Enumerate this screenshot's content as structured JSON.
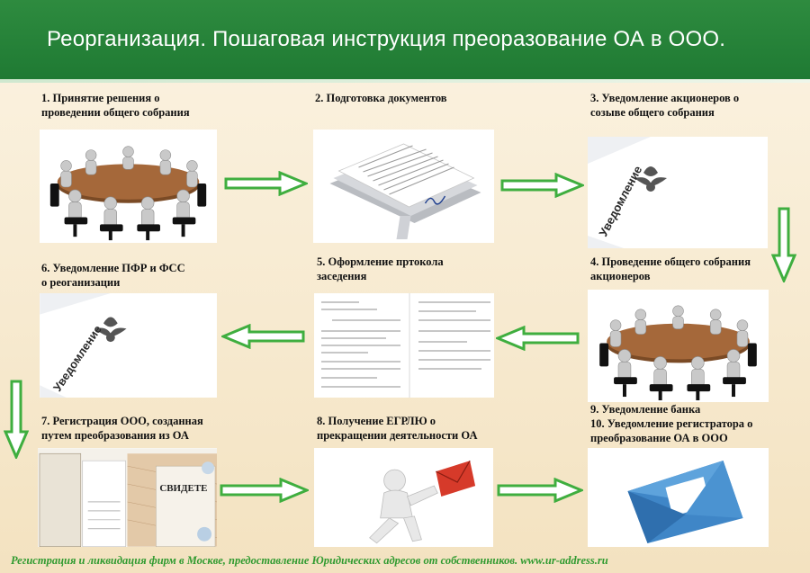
{
  "header": {
    "title": "Реорганизация. Пошаговая инструкция преоразование ОА в ООО."
  },
  "steps": [
    {
      "lines": [
        "1. Принятие решения о",
        "проведении общего собрания"
      ],
      "icon": "meeting-table-icon"
    },
    {
      "lines": [
        "2. Подготовка документов"
      ],
      "icon": "documents-stack-icon"
    },
    {
      "lines": [
        "3. Уведомление акционеров о",
        "созыве общего собрания"
      ],
      "icon": "notice-document-icon"
    },
    {
      "lines": [
        "4. Проведение общего собрания",
        "акционеров"
      ],
      "icon": "meeting-table-icon"
    },
    {
      "lines": [
        "5. Оформление пртокола",
        "заседения"
      ],
      "icon": "protocol-form-icon"
    },
    {
      "lines": [
        "6. Уведомление ПФР и ФСС",
        "о реоганизации"
      ],
      "icon": "notice-document-icon"
    },
    {
      "lines": [
        "7. Регистрация ООО, созданная",
        "путем преобразования из ОА"
      ],
      "icon": "certificates-icon"
    },
    {
      "lines": [
        "8. Получение ЕГРЛЮ о",
        "прекращении деятельности ОА"
      ],
      "icon": "courier-envelope-icon"
    },
    {
      "lines": [
        "9. Уведомление банка",
        "10. Уведомление регистратора  о",
        "  преобразование ОА в ООО"
      ],
      "icon": "blue-envelope-icon"
    }
  ],
  "notice_word": "Уведомление",
  "certificate_word": "СВИДЕТЕ",
  "footer": {
    "text": "Регистрация и ликвидация фирм в Москве, предоставление Юридических адресов от собственников. www.ur-address.ru"
  },
  "colors": {
    "header": "#1f7a33",
    "arrow_fill": "#ffffff",
    "arrow_stroke": "#3fae3f",
    "footer_text": "#2f9a2f"
  }
}
